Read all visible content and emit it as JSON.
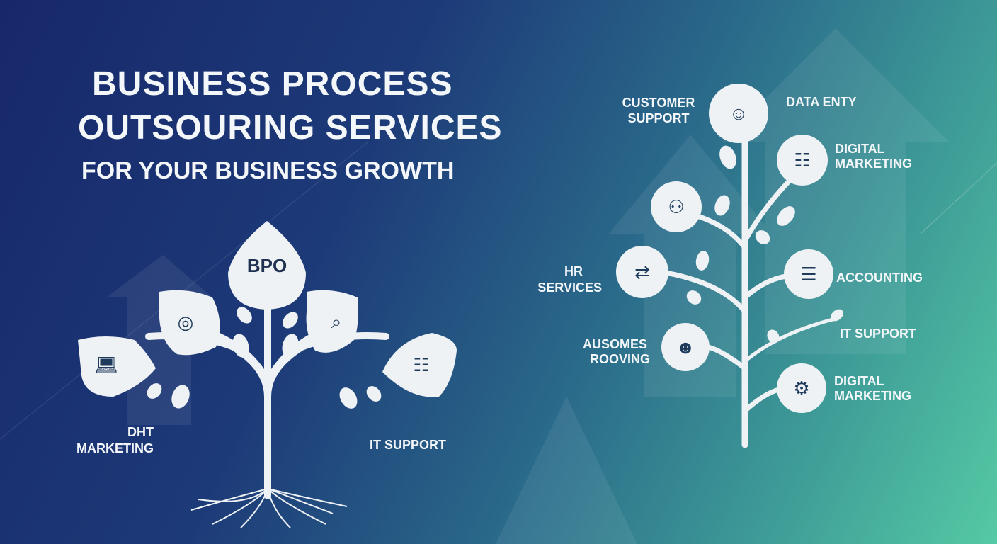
{
  "title": {
    "line1": "BUSINESS PROCESS",
    "line2": "OUTSOURING SERVICES",
    "line3": "FOR YOUR BUSINESS GROWTH"
  },
  "left_tree": {
    "center_label": "BPO",
    "labels": [
      "DHT",
      "MARKETING",
      "IT SUPPORT"
    ],
    "icons": [
      "laptop-chart-icon",
      "person-target-icon",
      "analytics-magnifier-icon",
      "support-agent-icon"
    ]
  },
  "right_tree": {
    "nodes": [
      {
        "label_a": "CUSTOMER",
        "label_b": "SUPPORT",
        "icon": "team-icon"
      },
      {
        "label_a": "DATA ENTY",
        "icon": "team-icon"
      },
      {
        "label_a": "DIGITAL",
        "label_b": "MARKETING",
        "icon": "document-icon"
      },
      {
        "label_a": "",
        "icon": "meeting-icon"
      },
      {
        "label_a": "HR",
        "label_b": "SERVICES",
        "icon": "hr-flow-icon"
      },
      {
        "label_a": "ACCOUNTING",
        "icon": "clipboard-icon"
      },
      {
        "label_a": "IT SUPPORT",
        "icon": "leaf-icon"
      },
      {
        "label_a": "AUSOMES",
        "label_b": "ROOVING",
        "icon": "group-icon"
      },
      {
        "label_a": "DIGITAL",
        "label_b": "MARKETING",
        "icon": "gear-plant-icon"
      }
    ]
  },
  "colors": {
    "icon": "#1f3b5c",
    "shape": "#eef2f5"
  }
}
